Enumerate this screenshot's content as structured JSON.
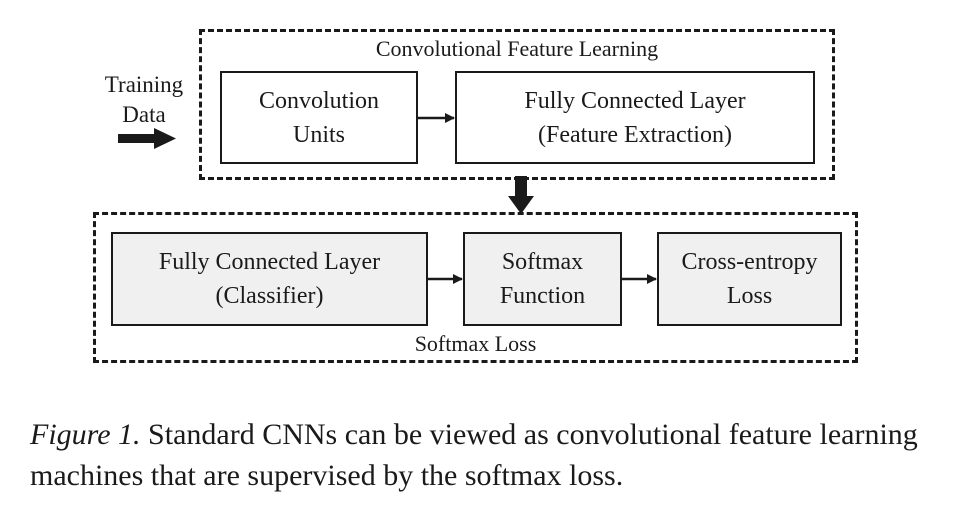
{
  "diagram": {
    "input_label": [
      "Training",
      "Data"
    ],
    "feature_group": {
      "label": "Convolutional Feature Learning",
      "nodes": [
        {
          "lines": [
            "Convolution",
            "Units"
          ]
        },
        {
          "lines": [
            "Fully Connected Layer",
            "(Feature Extraction)"
          ]
        }
      ]
    },
    "loss_group": {
      "label": "Softmax Loss",
      "nodes": [
        {
          "lines": [
            "Fully Connected Layer",
            "(Classifier)"
          ]
        },
        {
          "lines": [
            "Softmax",
            "Function"
          ]
        },
        {
          "lines": [
            "Cross-entropy",
            "Loss"
          ]
        }
      ]
    }
  },
  "caption": {
    "prefix": "Figure 1.",
    "text": " Standard CNNs can be viewed as convolutional feature learning machines that are supervised by the softmax loss."
  }
}
